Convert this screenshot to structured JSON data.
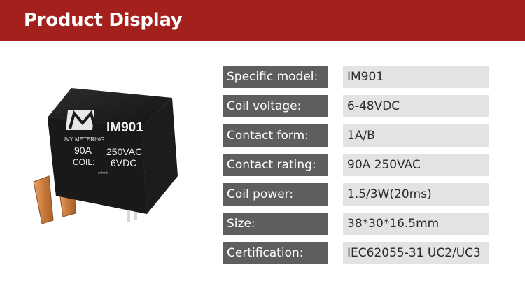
{
  "header": {
    "title": "Product Display"
  },
  "product": {
    "brand": "IVY METERING",
    "model": "IM901",
    "rating_left": "90A",
    "rating_right": "250VAC",
    "coil_label": "COIL:",
    "coil_voltage": "6VDC",
    "marks": "****"
  },
  "specs": [
    {
      "label": "Specific model:",
      "value": "IM901"
    },
    {
      "label": "Coil voltage:",
      "value": "6-48VDC"
    },
    {
      "label": "Contact form:",
      "value": "1A/B"
    },
    {
      "label": "Contact rating:",
      "value": "90A 250VAC"
    },
    {
      "label": "Coil power:",
      "value": "1.5/3W(20ms)"
    },
    {
      "label": "Size:",
      "value": "38*30*16.5mm"
    },
    {
      "label": "Certification:",
      "value": "IEC62055-31 UC2/UC3"
    }
  ],
  "colors": {
    "header_bg": "#a4201d",
    "label_bg": "#5e5e5e",
    "value_bg": "#e3e3e3",
    "relay_body": "#1a1a1a",
    "terminal_copper": "#c97a3c"
  }
}
